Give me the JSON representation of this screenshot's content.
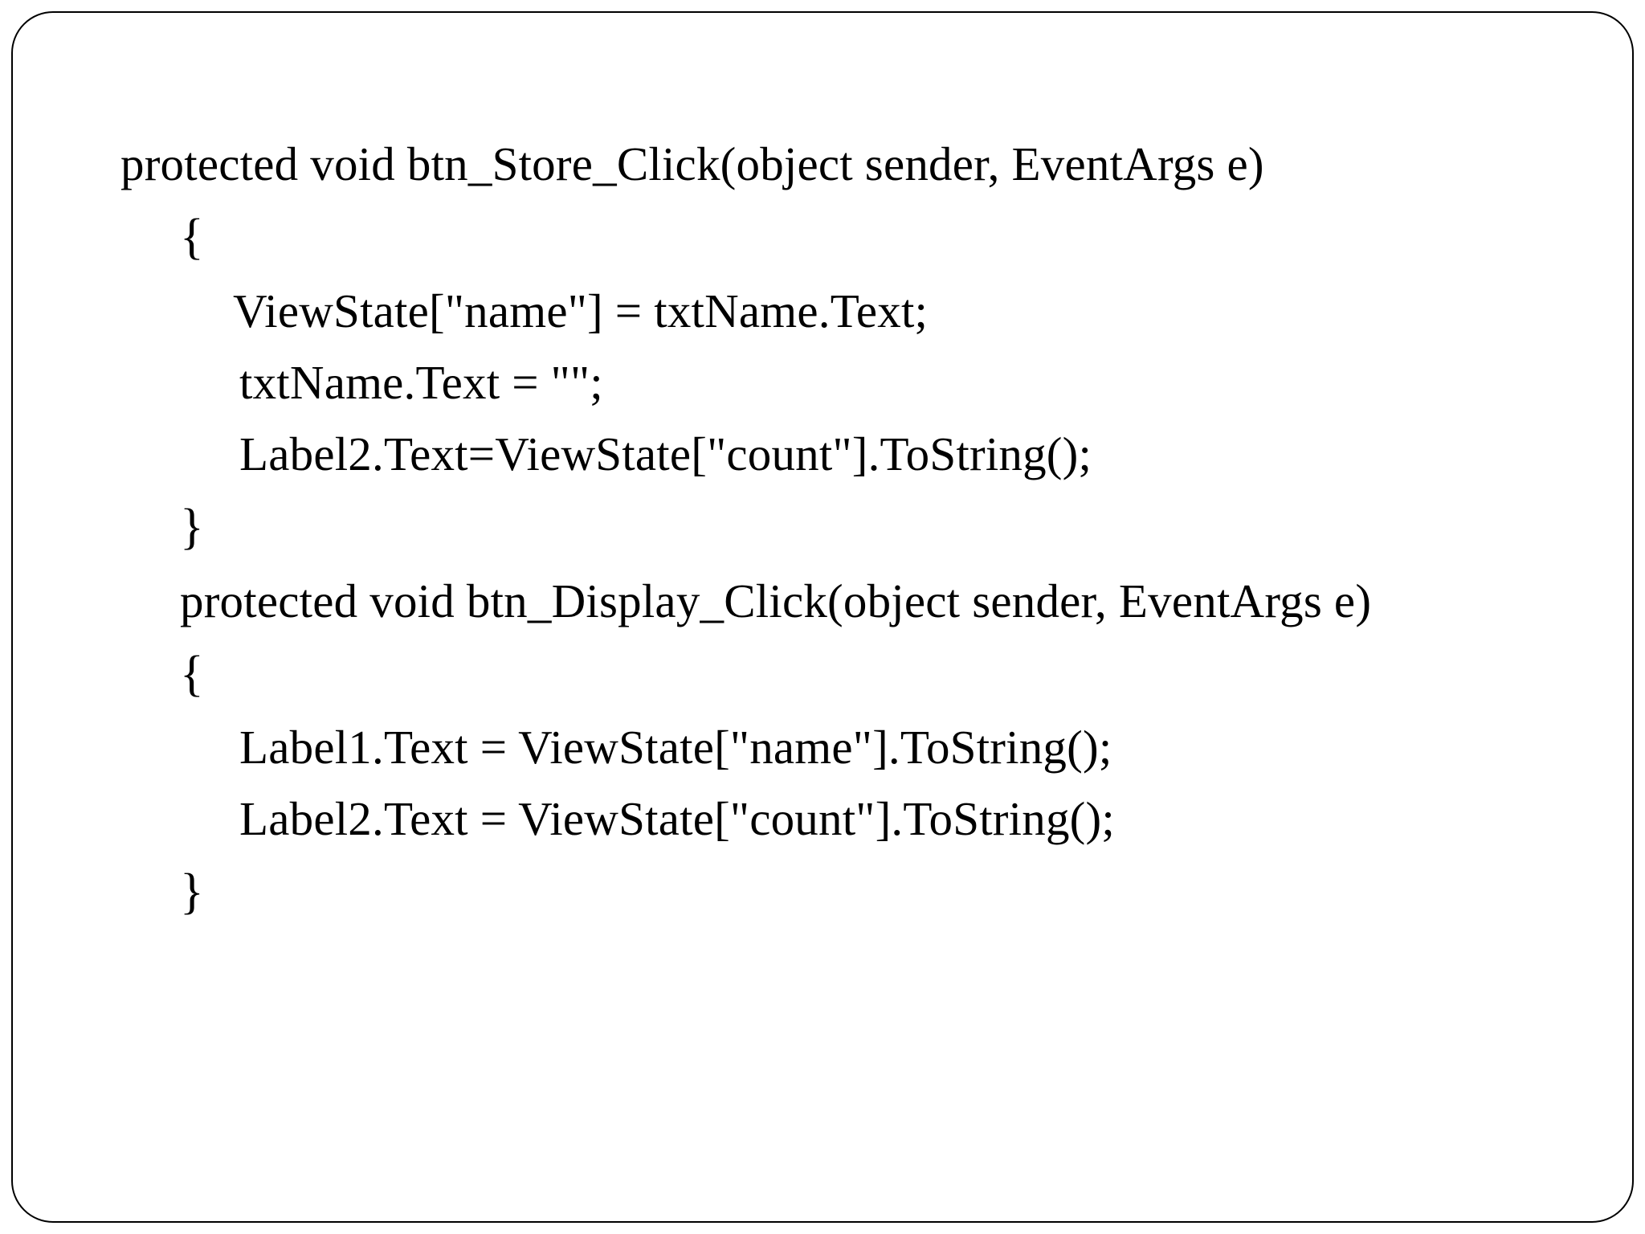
{
  "slide": {
    "border_color": "#000000",
    "background_color": "#ffffff",
    "text_color": "#000000",
    "code_lines": [
      {
        "text": "protected void btn_Store_Click(object sender, EventArgs e)",
        "indent": 0,
        "kind": "statement"
      },
      {
        "text": "{",
        "indent": 1,
        "kind": "brace"
      },
      {
        "text": "ViewState[\"name\"] = txtName.Text;",
        "indent": 2,
        "kind": "statement"
      },
      {
        "text": "txtName.Text = \"\";",
        "indent": 2,
        "kind": "statement"
      },
      {
        "text": "Label2.Text=ViewState[\"count\"].ToString();",
        "indent": 2,
        "kind": "statement"
      },
      {
        "text": "}",
        "indent": 1,
        "kind": "brace"
      },
      {
        "text": "protected void btn_Display_Click(object sender, EventArgs e)",
        "indent": 1,
        "kind": "statement"
      },
      {
        "text": "{",
        "indent": 1,
        "kind": "brace"
      },
      {
        "text": "Label1.Text = ViewState[\"name\"].ToString();",
        "indent": 2,
        "kind": "statement"
      },
      {
        "text": "Label2.Text = ViewState[\"count\"].ToString();",
        "indent": 2,
        "kind": "statement"
      },
      {
        "text": "}",
        "indent": 1,
        "kind": "brace"
      }
    ]
  }
}
